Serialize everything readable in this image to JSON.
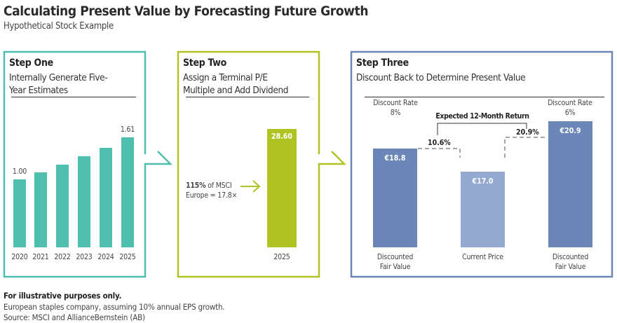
{
  "header": {
    "title": "Calculating Present Value by Forecasting Future Growth",
    "subtitle": "Hypothetical Stock Example"
  },
  "colors": {
    "teal": "#4fbfad",
    "lime": "#afc423",
    "blue": "#6a87b8",
    "light_blue": "#93a9d0"
  },
  "chart_data": [
    {
      "type": "bar",
      "title": "Step One",
      "subtitle_lines": [
        "Internally Generate Five-",
        "Year Estimates"
      ],
      "categories": [
        "2020",
        "2021",
        "2022",
        "2023",
        "2024",
        "2025"
      ],
      "values": [
        1.0,
        1.1,
        1.21,
        1.33,
        1.46,
        1.61
      ],
      "labels": [
        "1.00",
        "",
        "",
        "",
        "",
        "1.61"
      ]
    },
    {
      "type": "bar",
      "title": "Step Two",
      "subtitle_lines": [
        "Assign a Terminal P/E",
        "Multiple and Add Dividend"
      ],
      "categories": [
        "2025"
      ],
      "values": [
        28.6
      ],
      "labels": [
        "28.60"
      ],
      "annotation": {
        "bold": "115%",
        "rest1": " of MSCI",
        "line2": "Europe = 17.8×"
      }
    },
    {
      "type": "bar",
      "title": "Step Three",
      "subtitle_lines": [
        "Discount Back to Determine Present Value"
      ],
      "categories": [
        [
          "Discounted",
          "Fair Value"
        ],
        [
          "Current Price"
        ],
        [
          "Discounted",
          "Fair Value"
        ]
      ],
      "values": [
        18.8,
        17.0,
        20.9
      ],
      "labels": [
        "€18.8",
        "€17.0",
        "€20.9"
      ],
      "discount_rates": [
        {
          "label": "Discount Rate",
          "value": "8%"
        },
        {
          "label": "Discount Rate",
          "value": "6%"
        }
      ],
      "returns": [
        "10.6%",
        "20.9%"
      ],
      "bracket_label": "Expected 12-Month Return"
    }
  ],
  "footer": {
    "note": "For illustrative purposes only.",
    "line1": "European staples company, assuming 10% annual EPS growth.",
    "line2": "Source: MSCI and AllianceBernstein (AB)"
  }
}
